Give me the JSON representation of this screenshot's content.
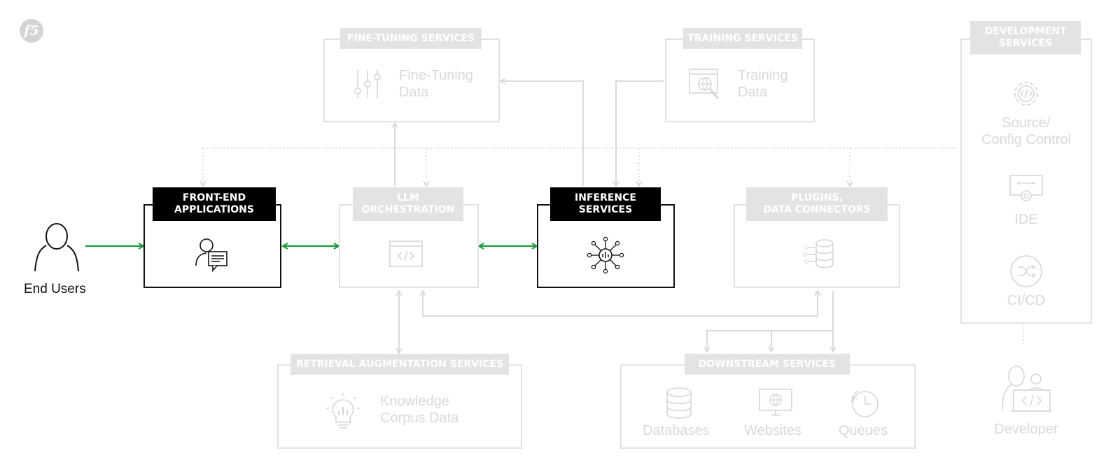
{
  "brand": {
    "logo": "f5"
  },
  "end_users": {
    "label": "End Users"
  },
  "developer": {
    "label": "Developer"
  },
  "front_end": {
    "title": "FRONT-END\nAPPLICATIONS"
  },
  "llm": {
    "title": "LLM\nORCHESTRATION"
  },
  "inference": {
    "title": "INFERENCE\nSERVICES"
  },
  "plugins": {
    "title": "PLUGINS,\nDATA CONNECTORS"
  },
  "fine_tuning": {
    "title": "FINE-TUNING SERVICES",
    "item": "Fine-Tuning\nData"
  },
  "training": {
    "title": "TRAINING SERVICES",
    "item": "Training\nData"
  },
  "development": {
    "title": "DEVELOPMENT\nSERVICES",
    "items": [
      "Source/\nConfig Control",
      "IDE",
      "CI/CD"
    ]
  },
  "retrieval": {
    "title": "RETRIEVAL AUGMENTATION SERVICES",
    "item": "Knowledge\nCorpus Data"
  },
  "downstream": {
    "title": "DOWNSTREAM SERVICES",
    "items": [
      "Databases",
      "Websites",
      "Queues"
    ]
  },
  "colors": {
    "active": "#000000",
    "inactive": "#e3e3e3",
    "flow": "#1a9a3a"
  }
}
